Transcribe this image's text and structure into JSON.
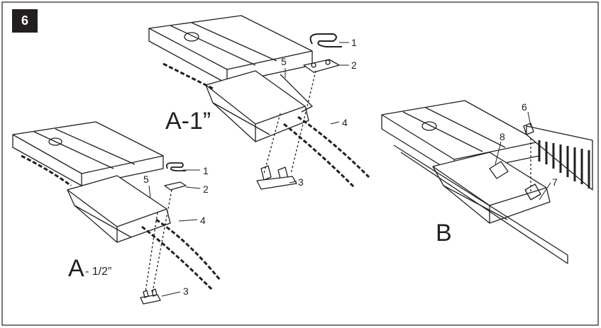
{
  "step_number": "6",
  "colors": {
    "line": "#231f20",
    "background": "#ffffff",
    "badge_bg": "#231f20",
    "badge_text": "#ffffff"
  },
  "figure_a1": {
    "label": "A-1”",
    "callouts": [
      "1",
      "2",
      "3",
      "4",
      "5"
    ]
  },
  "figure_a_half": {
    "label_letter": "A",
    "label_size": "- 1/2”",
    "callouts": [
      "1",
      "2",
      "3",
      "4",
      "5"
    ]
  },
  "figure_b": {
    "label": "B",
    "callouts": [
      "6",
      "7",
      "8"
    ]
  }
}
